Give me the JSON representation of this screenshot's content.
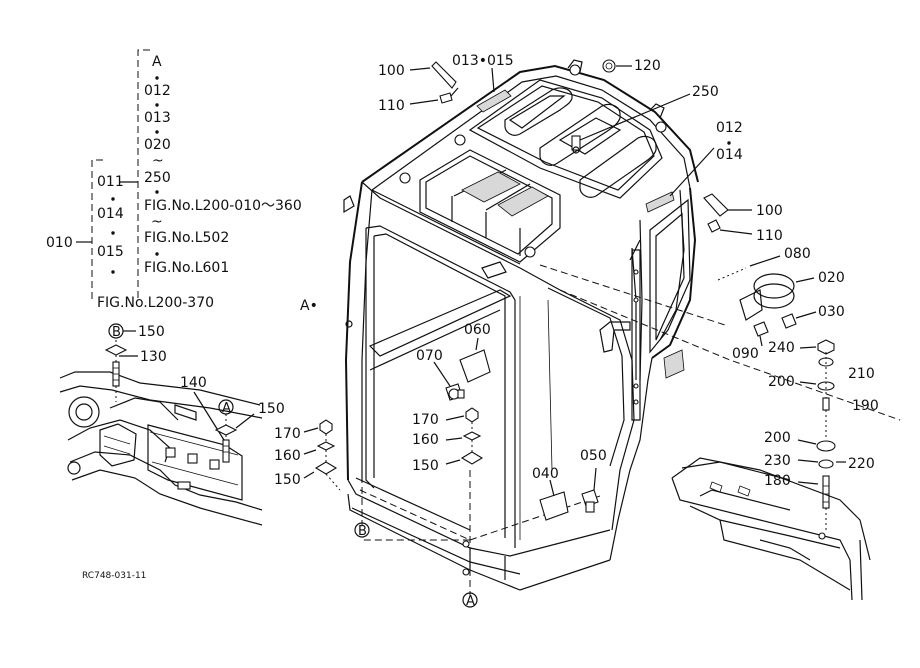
{
  "diagram": {
    "drawing_code": "RC748-031-11",
    "group_left": {
      "main_ref": "010",
      "sub_items": [
        "011",
        "014",
        "015"
      ],
      "ref_fig": "FIG.No.L200-370"
    },
    "group_right": {
      "items": [
        "A",
        "012",
        "013",
        "020",
        "~",
        "250"
      ],
      "figs": [
        "FIG.No.L200-010～360",
        "~",
        "FIG.No.L502",
        "FIG.No.L601"
      ]
    },
    "labels": {
      "l100a": "100",
      "l013_015": "013•015",
      "l120": "120",
      "l110a": "110",
      "l250": "250",
      "l012": "012",
      "l014": "014",
      "l100b": "100",
      "l110b": "110",
      "l080": "080",
      "l020": "020",
      "l030": "030",
      "l090": "090",
      "l240": "240",
      "l210": "210",
      "l200a": "200",
      "l190": "190",
      "l200b": "200",
      "l230": "230",
      "l220": "220",
      "l180": "180",
      "l060": "060",
      "l070": "070",
      "l170b": "170",
      "l160b": "160",
      "l150c": "150",
      "l040": "040",
      "l050": "050",
      "l170a": "170",
      "l160a": "160",
      "l150b": "150",
      "l150a": "150",
      "l130": "130",
      "l140": "140",
      "l150d": "150",
      "a_ref": "A•"
    },
    "circles": {
      "b_top": "B",
      "a_mid": "A",
      "b_bottom": "B",
      "a_bottom": "A"
    }
  }
}
